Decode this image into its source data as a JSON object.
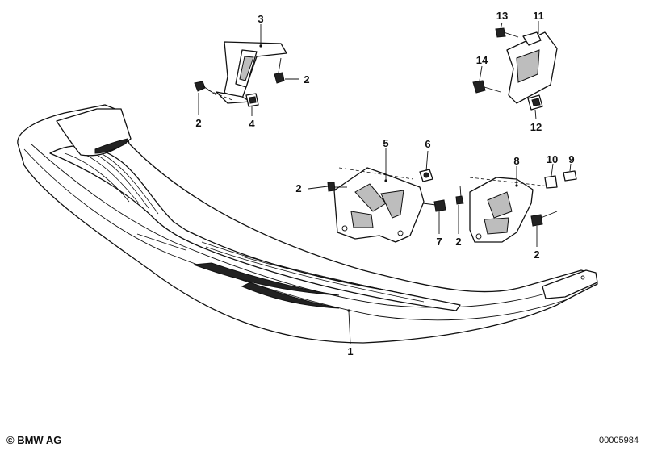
{
  "diagram": {
    "labels": {
      "l1": "1",
      "l2a": "2",
      "l2b": "2",
      "l2c": "2",
      "l2d": "2",
      "l2e": "2",
      "l3": "3",
      "l4": "4",
      "l5": "5",
      "l6": "6",
      "l7": "7",
      "l8": "8",
      "l9": "9",
      "l10": "10",
      "l11": "11",
      "l12": "12",
      "l13": "13",
      "l14": "14"
    }
  },
  "footer": {
    "copyright": "BMW AG",
    "doc_number": "00005984"
  }
}
